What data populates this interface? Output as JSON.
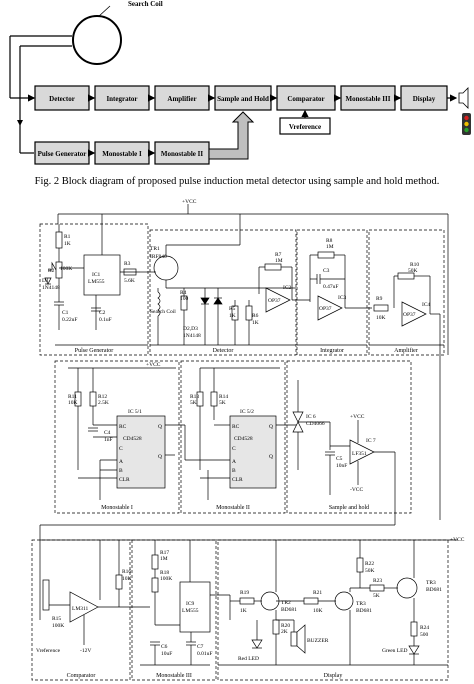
{
  "block_diagram": {
    "search_coil_label": "Search Coil",
    "blocks": {
      "detector": "Detector",
      "integrator": "Integrator",
      "amplifier": "Amplifier",
      "sample_hold": "Sample and Hold",
      "comparator": "Comparator",
      "monostable3": "Monostable III",
      "display": "Display",
      "pulse_generator": "Pulse Generator",
      "monostable1": "Monostable I",
      "monostable2": "Monostable II",
      "vreference": "Vreference"
    },
    "caption": "Fig. 2 Block diagram of proposed pulse induction metal detector using sample and hold method."
  },
  "schematic": {
    "vcc_top": "+VCC",
    "vcc_right": "+VCC",
    "sections": {
      "pulse_generator": "Pulse Generator",
      "detector": "Detector",
      "integrator": "Integrator",
      "amplifier": "Amplifier",
      "monostable1": "Monostable I",
      "monostable2": "Monostable II",
      "sample_hold": "Sample and hold",
      "comparator": "Comparator",
      "monostable3": "Monostable III",
      "display": "Display"
    },
    "components": {
      "r1": "R1",
      "r1v": "1K",
      "r2": "R2",
      "r2v": "100K",
      "d1": "D1",
      "d1v": "1N4148",
      "ic1": "IC1",
      "ic1v": "LM555",
      "r3": "R3",
      "r3v": "5.6K",
      "tr1": "TR1",
      "tr1v": "IRF840",
      "c1": "C1",
      "c1v": "0.22uF",
      "c2": "C2",
      "c2v": "0.1uF",
      "search_coil": "Search Coil",
      "r4": "R4",
      "r4v": "100",
      "d2d3": "D2,D3",
      "d2d3v": "1N4148",
      "r5": "R5",
      "r5v": "1K",
      "r6": "R6",
      "r6v": "1K",
      "r7": "R7",
      "r7v": "1M",
      "ic2": "IC2",
      "op2": "OP37",
      "r8": "R8",
      "r8v": "1M",
      "c3": "C3",
      "c3v": "0.47uF",
      "ic3": "IC3",
      "op3": "OP37",
      "r9": "R9",
      "r9v": "10K",
      "r10": "R10",
      "r10v": "50K",
      "ic4": "IC4",
      "op4": "OP37",
      "vcc_mono": "+VCC",
      "r11": "R11",
      "r11v": "10K",
      "r12": "R12",
      "r12v": "2.5K",
      "c4": "C4",
      "c4v": "1nF",
      "ic51": "IC 5/1",
      "cd4528a": "CD4528",
      "r13": "R13",
      "r13v": "5K",
      "r14": "R14",
      "r14v": "5K",
      "ic52": "IC 5/2",
      "cd4528b": "CD4528",
      "ic6": "IC 6",
      "ic6v": "CD4066",
      "vcc_sh": "+VCC",
      "c5": "C5",
      "c5v": "10nF",
      "ic7": "IC 7",
      "ic7v": "LF351",
      "vcc_neg": "-VCC",
      "r15": "R15",
      "r15v": "100K",
      "vref": "Vreference",
      "lm311": "LM311",
      "v12": "-12V",
      "r16": "R16",
      "r16v": "10K",
      "r17": "R17",
      "r17v": "1M",
      "r18": "R18",
      "r18v": "100K",
      "ic9": "IC9",
      "ic9v": "LM555",
      "c6": "C6",
      "c6v": "10uF",
      "c7": "C7",
      "c7v": "0.01uF",
      "r19": "R19",
      "r19v": "1K",
      "tr2": "TR2",
      "tr2v": "BD681",
      "r20": "R20",
      "r20v": "2K",
      "red_led": "Red LED",
      "buzzer": "BUZZER",
      "r21": "R21",
      "r21v": "10K",
      "r22": "R22",
      "r22v": "50K",
      "r23": "R23",
      "r23v": "5K",
      "tr3a": "TR3",
      "tr3av": "BD681",
      "tr3b": "TR3",
      "tr3bv": "BD681",
      "r24": "R24",
      "r24v": "500",
      "green_led": "Green LED",
      "pins": {
        "rc": "RC",
        "c": "C",
        "a": "A",
        "b": "B",
        "q": "Q",
        "qbar": "Q",
        "clr": "CLR"
      }
    }
  },
  "colors": {
    "block_fill": "#d9d9d9",
    "chip_fill": "#e6e6e6",
    "arrow_fill": "#bfbfbf",
    "led_red": "#d62020",
    "led_yellow": "#f0c000",
    "led_green": "#2aa02a"
  }
}
